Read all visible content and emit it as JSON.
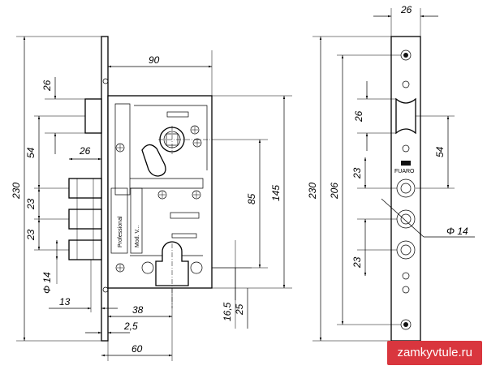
{
  "dimensions": {
    "d_90": "90",
    "d_26_top": "26",
    "d_26_mid": "26",
    "d_54_left": "54",
    "d_23_a": "23",
    "d_23_b": "23",
    "d_230_left": "230",
    "d_14_left": "Φ 14",
    "d_13": "13",
    "d_38": "38",
    "d_25": "2,5",
    "d_60": "60",
    "d_85": "85",
    "d_145": "145",
    "d_16_5": "16,5",
    "d_25b": "25",
    "d_26_strip": "26",
    "d_230_right": "230",
    "d_206": "206",
    "d_26_right": "26",
    "d_54_right": "54",
    "d_23_c": "23",
    "d_23_d": "23",
    "d_14_right": "Φ 14"
  },
  "labels": {
    "brand_vertical": "Professional",
    "model_vertical": "Mod. V... ",
    "strip_brand": "FUARO"
  },
  "watermark": "zamkyvtule.ru"
}
